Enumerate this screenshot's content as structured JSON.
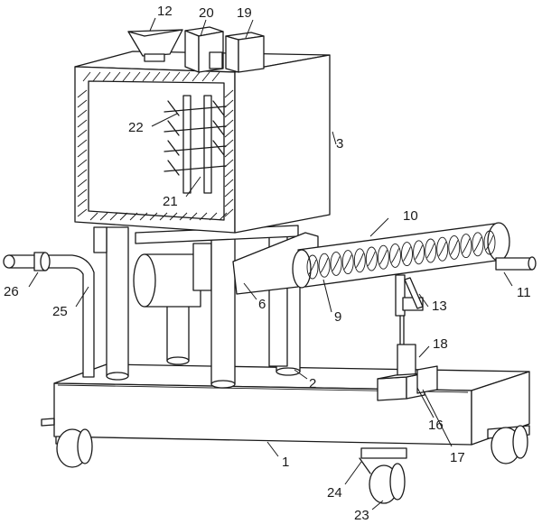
{
  "labels": {
    "l1": "1",
    "l2": "2",
    "l3": "3",
    "l6": "6",
    "l9": "9",
    "l10": "10",
    "l11": "11",
    "l12": "12",
    "l13": "13",
    "l16": "16",
    "l17": "17",
    "l18": "18",
    "l19": "19",
    "l20": "20",
    "l21": "21",
    "l22": "22",
    "l23": "23",
    "l24": "24",
    "l25": "25",
    "l26": "26"
  },
  "colors": {
    "line": "#1a1a1a",
    "shade": "#e9e9e9",
    "background": "#ffffff"
  }
}
